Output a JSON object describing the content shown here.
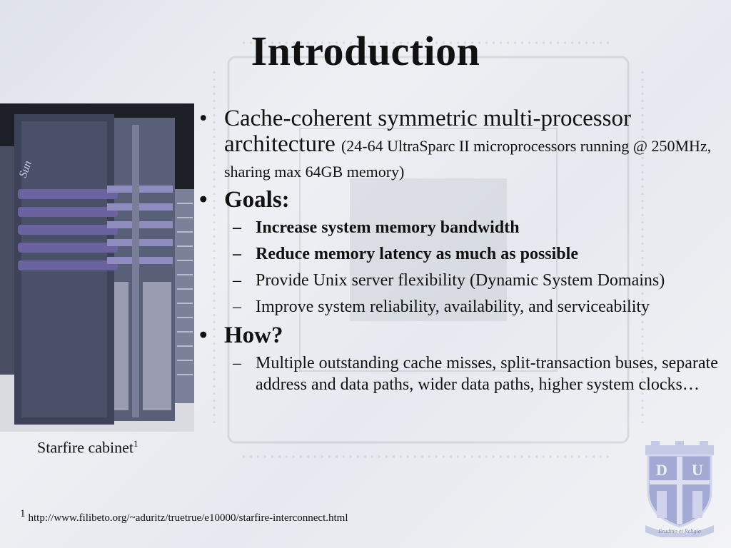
{
  "slide": {
    "title": "Introduction",
    "bullets": [
      {
        "text": "Cache-coherent symmetric multi-processor architecture",
        "detail": "(24-64 UltraSparc II microprocessors running @ 250MHz, sharing max 64GB memory)"
      },
      {
        "text": "Goals:",
        "subitems": [
          "Increase system memory bandwidth",
          "Reduce memory latency as much as possible",
          "Provide Unix server flexibility (Dynamic System Domains)",
          "Improve system reliability, availability, and serviceability"
        ]
      },
      {
        "text": "How?",
        "subitems": [
          "Multiple outstanding cache misses, split-transaction buses, separate address and data paths, wider data paths, higher system clocks…"
        ]
      }
    ],
    "caption": "Starfire cabinet",
    "caption_ref": "1",
    "footnote_num": "1",
    "footnote_url": "http://www.filibeto.org/~aduritz/truetrue/e10000/starfire-interconnect.html",
    "cabinet_logo": "Sun",
    "crest_letters": [
      "D",
      "U"
    ],
    "crest_motto": "Eruditio et Religio"
  },
  "icons": [
    "server-cabinet-image",
    "university-crest-icon",
    "chip-background"
  ],
  "colors": {
    "crest": "#8a92c8",
    "cabinet": "#3d4258",
    "accent_purple": "#6b63a0"
  }
}
